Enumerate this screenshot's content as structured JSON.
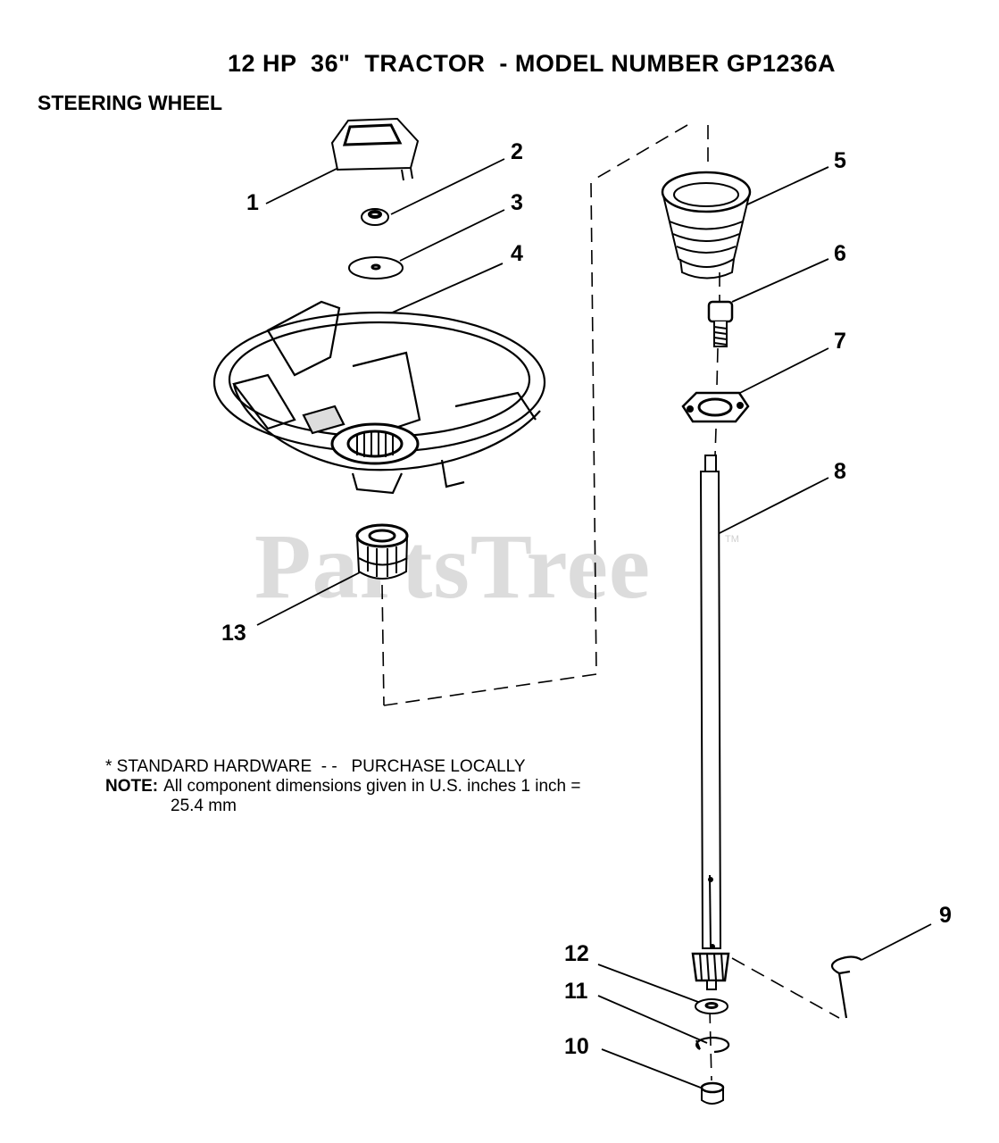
{
  "header": {
    "title": "12 HP  36\"  TRACTOR  - MODEL NUMBER GP1236A",
    "section": "STEERING WHEEL"
  },
  "callouts": [
    "1",
    "2",
    "3",
    "4",
    "5",
    "6",
    "7",
    "8",
    "9",
    "10",
    "11",
    "12",
    "13"
  ],
  "notes": {
    "standard": "* STANDARD HARDWARE  - -   PURCHASE LOCALLY",
    "label": "NOTE:",
    "text": "All component dimensions given in U.S. inches 1 inch =",
    "text_cont": "25.4 mm"
  },
  "watermark": {
    "text": "PartsTree",
    "tm": "TM"
  }
}
